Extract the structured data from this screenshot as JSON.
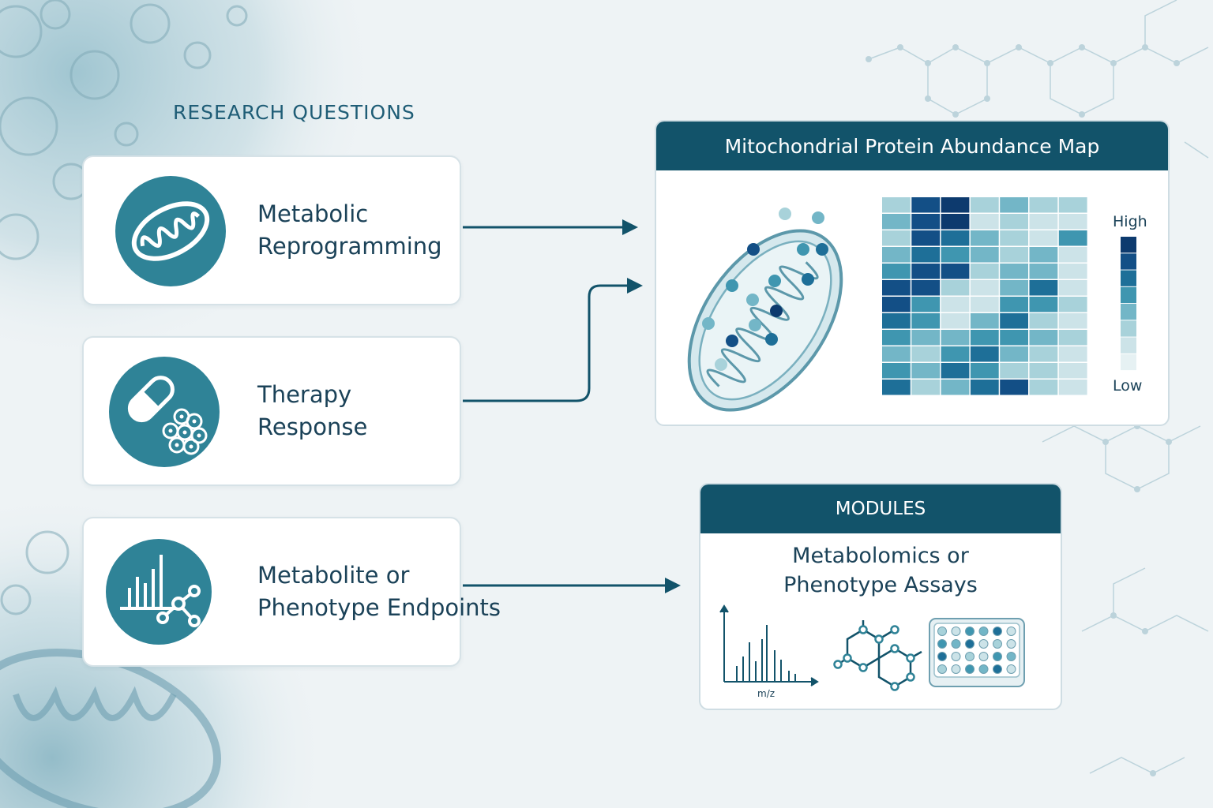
{
  "section_label": "RESEARCH QUESTIONS",
  "questions": [
    {
      "lines": [
        "Metabolic",
        "Reprogramming"
      ],
      "icon": "mitochondrion-icon"
    },
    {
      "lines": [
        "Therapy",
        "Response"
      ],
      "icon": "pill-cells-icon"
    },
    {
      "lines": [
        "Metabolite or",
        "Phenotype Endpoints"
      ],
      "icon": "chart-molecule-icon"
    }
  ],
  "map_panel": {
    "title": "Mitochondrial Protein Abundance Map",
    "legend_high": "High",
    "legend_low": "Low"
  },
  "modules_panel": {
    "header": "MODULES",
    "title_lines": [
      "Metabolomics or",
      "Phenotype Assays"
    ],
    "spectrum_axis_label": "m/z"
  },
  "colors": {
    "primary": "#12536a",
    "icon_teal": "#2f8397",
    "text": "#1b4258",
    "heat_scale": [
      "#e6f1f3",
      "#cce3e8",
      "#a8d2da",
      "#73b6c7",
      "#3f96b0",
      "#1e6f98",
      "#134f86",
      "#0d3a6e"
    ]
  },
  "chart_data": {
    "type": "heatmap",
    "rows": 12,
    "cols": 7,
    "levels": [
      [
        2,
        6,
        7,
        2,
        3,
        2,
        2
      ],
      [
        3,
        6,
        7,
        1,
        2,
        1,
        1
      ],
      [
        2,
        6,
        5,
        3,
        2,
        1,
        4
      ],
      [
        3,
        5,
        4,
        3,
        2,
        3,
        1
      ],
      [
        4,
        6,
        6,
        2,
        3,
        3,
        1
      ],
      [
        6,
        6,
        2,
        1,
        3,
        5,
        1
      ],
      [
        6,
        4,
        1,
        1,
        4,
        4,
        2
      ],
      [
        5,
        4,
        1,
        3,
        5,
        2,
        1
      ],
      [
        4,
        3,
        3,
        4,
        4,
        3,
        2
      ],
      [
        3,
        2,
        4,
        5,
        3,
        2,
        1
      ],
      [
        4,
        3,
        5,
        4,
        2,
        2,
        1
      ],
      [
        5,
        2,
        3,
        5,
        6,
        2,
        1
      ]
    ],
    "legend_levels": 8
  }
}
